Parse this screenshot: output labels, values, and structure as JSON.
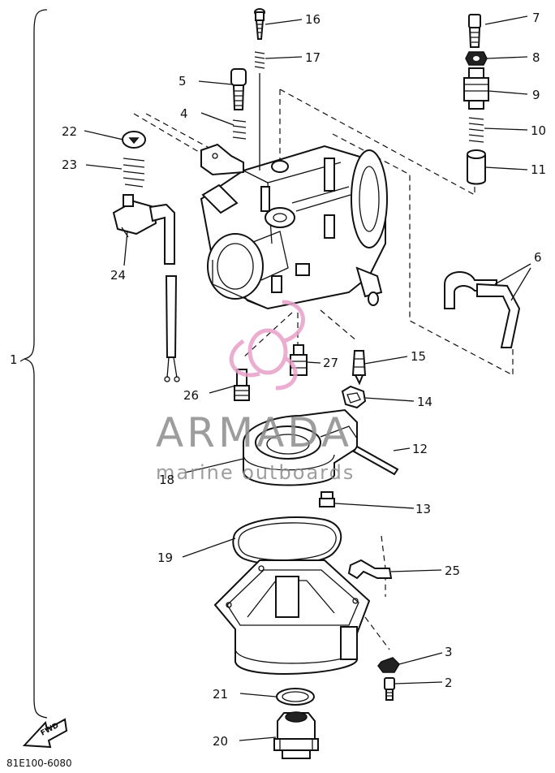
{
  "callouts": [
    {
      "id": "c1",
      "label": "1"
    },
    {
      "id": "c2",
      "label": "2"
    },
    {
      "id": "c3",
      "label": "3"
    },
    {
      "id": "c4",
      "label": "4"
    },
    {
      "id": "c5",
      "label": "5"
    },
    {
      "id": "c6",
      "label": "6"
    },
    {
      "id": "c7",
      "label": "7"
    },
    {
      "id": "c8",
      "label": "8"
    },
    {
      "id": "c9",
      "label": "9"
    },
    {
      "id": "c10",
      "label": "10"
    },
    {
      "id": "c11",
      "label": "11"
    },
    {
      "id": "c12",
      "label": "12"
    },
    {
      "id": "c13",
      "label": "13"
    },
    {
      "id": "c14",
      "label": "14"
    },
    {
      "id": "c15",
      "label": "15"
    },
    {
      "id": "c16",
      "label": "16"
    },
    {
      "id": "c17",
      "label": "17"
    },
    {
      "id": "c18",
      "label": "18"
    },
    {
      "id": "c19",
      "label": "19"
    },
    {
      "id": "c20",
      "label": "20"
    },
    {
      "id": "c21",
      "label": "21"
    },
    {
      "id": "c22",
      "label": "22"
    },
    {
      "id": "c23",
      "label": "23"
    },
    {
      "id": "c24",
      "label": "24"
    },
    {
      "id": "c25",
      "label": "25"
    },
    {
      "id": "c26",
      "label": "26"
    },
    {
      "id": "c27",
      "label": "27"
    }
  ],
  "diagram_code": "81E100-6080",
  "fwd_label": "FWD",
  "watermark": {
    "brand": "ARMADA",
    "tagline": "marine outboards",
    "accent_color": "#e8a0c8",
    "text_color": "#8c8c8c"
  }
}
